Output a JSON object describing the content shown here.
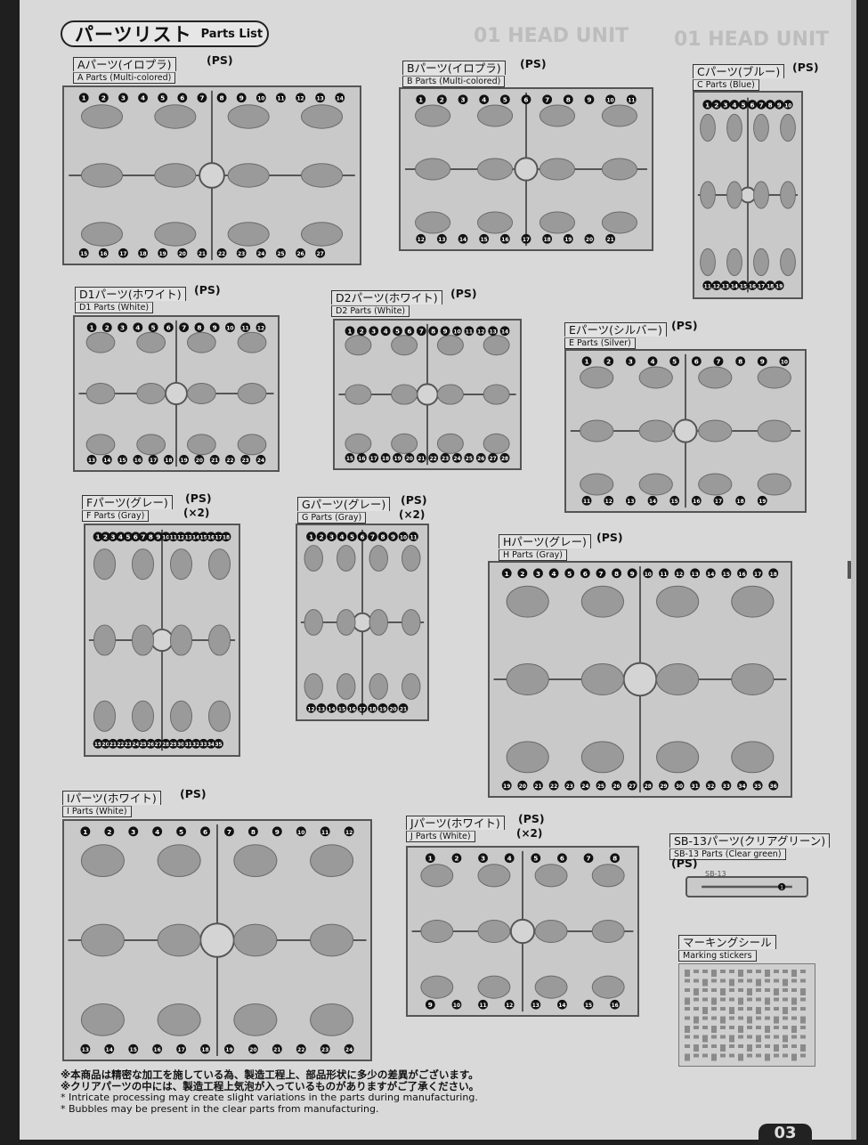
{
  "header": {
    "title_jp": "パーツリスト",
    "title_en": "Parts List"
  },
  "bg_ghost": [
    "01 HEAD UNIT",
    "01 HEAD UNIT"
  ],
  "runners": [
    {
      "id": "A",
      "jp": "Aパーツ(イロプラ)",
      "en": "A Parts (Multi-colored)",
      "ps": "(PS)",
      "mult": "",
      "n": 27
    },
    {
      "id": "B",
      "jp": "Bパーツ(イロプラ)",
      "en": "B Parts (Multi-colored)",
      "ps": "(PS)",
      "mult": "",
      "n": 21
    },
    {
      "id": "C",
      "jp": "Cパーツ(ブルー)",
      "en": "C Parts (Blue)",
      "ps": "(PS)",
      "mult": "",
      "n": 19
    },
    {
      "id": "D1",
      "jp": "D1パーツ(ホワイト)",
      "en": "D1 Parts (White)",
      "ps": "(PS)",
      "mult": "",
      "n": 24
    },
    {
      "id": "D2",
      "jp": "D2パーツ(ホワイト)",
      "en": "D2 Parts (White)",
      "ps": "(PS)",
      "mult": "",
      "n": 28
    },
    {
      "id": "E",
      "jp": "Eパーツ(シルバー)",
      "en": "E Parts (Silver)",
      "ps": "(PS)",
      "mult": "",
      "n": 19
    },
    {
      "id": "F",
      "jp": "Fパーツ(グレー)",
      "en": "F Parts (Gray)",
      "ps": "(PS)",
      "mult": "(×2)",
      "n": 35
    },
    {
      "id": "G",
      "jp": "Gパーツ(グレー)",
      "en": "G Parts (Gray)",
      "ps": "(PS)",
      "mult": "(×2)",
      "n": 21
    },
    {
      "id": "H",
      "jp": "Hパーツ(グレー)",
      "en": "H Parts (Gray)",
      "ps": "(PS)",
      "mult": "",
      "n": 36
    },
    {
      "id": "I",
      "jp": "Iパーツ(ホワイト)",
      "en": "I Parts (White)",
      "ps": "(PS)",
      "mult": "",
      "n": 24
    },
    {
      "id": "J",
      "jp": "Jパーツ(ホワイト)",
      "en": "J Parts (White)",
      "ps": "(PS)",
      "mult": "(×2)",
      "n": 16
    },
    {
      "id": "SB13",
      "jp": "SB-13パーツ(クリアグリーン)",
      "en": "SB-13 Parts (Clear green)",
      "ps": "(PS)",
      "mult": "",
      "n": 1
    }
  ],
  "sb13_runner_label": "SB-13",
  "stickers": {
    "jp": "マーキングシール",
    "en": "Marking stickers"
  },
  "footer": {
    "jp1": "※本商品は精密な加工を施している為、製造工程上、部品形状に多少の差異がございます。",
    "jp2": "※クリアパーツの中には、製造工程上気泡が入っているものがありますがご了承ください。",
    "en1": "* Intricate processing may create slight variations in the parts during manufacturing.",
    "en2": "* Bubbles may be present in the clear parts from manufacturing."
  },
  "page_number": "03",
  "colors": {
    "page": "#d9d9d9",
    "runner": "#c9c9c9",
    "frame": "#555555",
    "badge": "#111111"
  }
}
